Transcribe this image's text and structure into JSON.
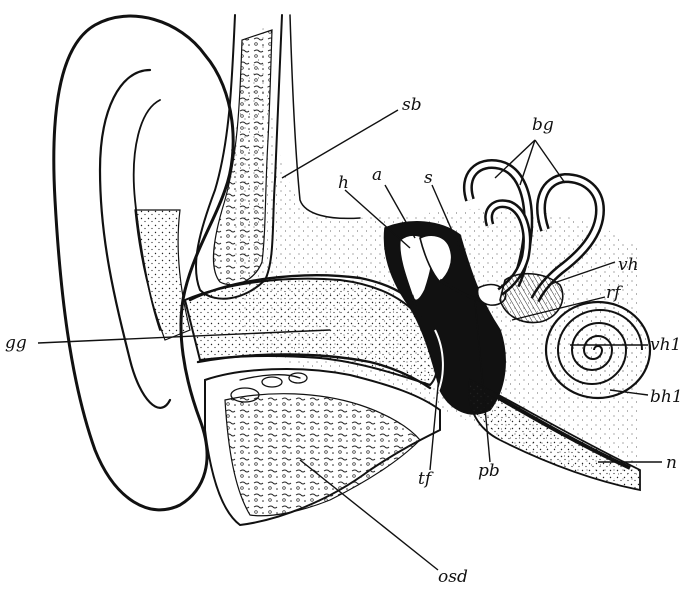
{
  "figure": {
    "labels": {
      "sb": "sb",
      "bg": "bg",
      "h": "h",
      "a": "a",
      "s": "s",
      "vh": "vh",
      "rf": "rf",
      "gg": "gg",
      "vh1": "vh1",
      "bh1": "bh1",
      "n": "n",
      "tf": "tf",
      "pb": "pb",
      "osd": "osd"
    }
  }
}
